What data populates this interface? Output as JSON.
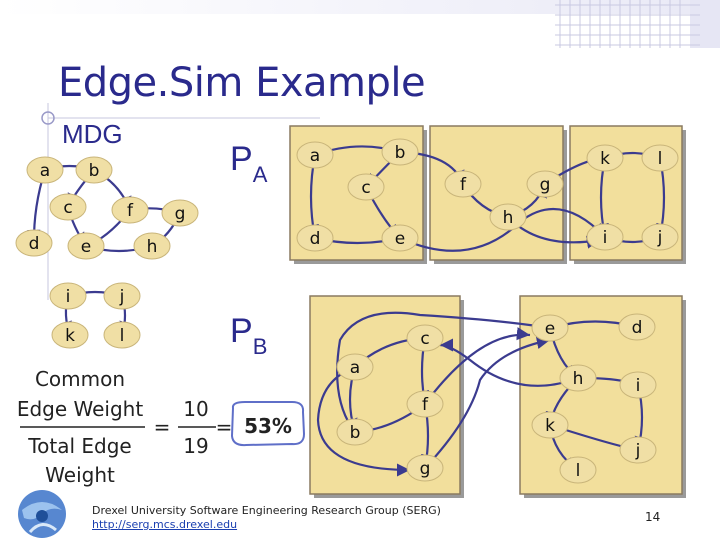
{
  "slide": {
    "title": "Edge.Sim Example",
    "mdg_label": "MDG",
    "pa_label": "P",
    "pa_sub": "A",
    "pb_label": "P",
    "pb_sub": "B",
    "formula": {
      "line1a": "Common",
      "line1b": "Edge Weight",
      "line2a": "Total Edge",
      "line2b": "Weight",
      "numerator": "10",
      "denominator": "19",
      "equals": "=",
      "result": "53%"
    },
    "footer": {
      "line1": "Drexel University Software Engineering Research Group (SERG)",
      "link_prefix": "http:",
      "link_rest": "//serg.mcs.drexel.edu"
    },
    "page_number": "14"
  },
  "mdg": {
    "nodes": [
      "a",
      "b",
      "c",
      "f",
      "g",
      "d",
      "e",
      "h",
      "i",
      "j",
      "k",
      "l"
    ]
  },
  "partition_a": {
    "clusters": [
      [
        "a",
        "b",
        "c",
        "d",
        "e"
      ],
      [
        "f",
        "h",
        "g"
      ],
      [
        "k",
        "l",
        "i",
        "j"
      ]
    ]
  },
  "partition_b": {
    "clusters": [
      [
        "c",
        "a",
        "b",
        "f",
        "g"
      ],
      [
        "e",
        "d",
        "h",
        "i",
        "k",
        "l",
        "j"
      ]
    ]
  },
  "colors": {
    "node_fill": "#f0dfa5",
    "cluster_fill": "#f2df9c",
    "cluster_border": "#8a7a60",
    "edge": "#3b3b8f",
    "title": "#2a2a8c",
    "result_border": "#5f6fc8"
  }
}
